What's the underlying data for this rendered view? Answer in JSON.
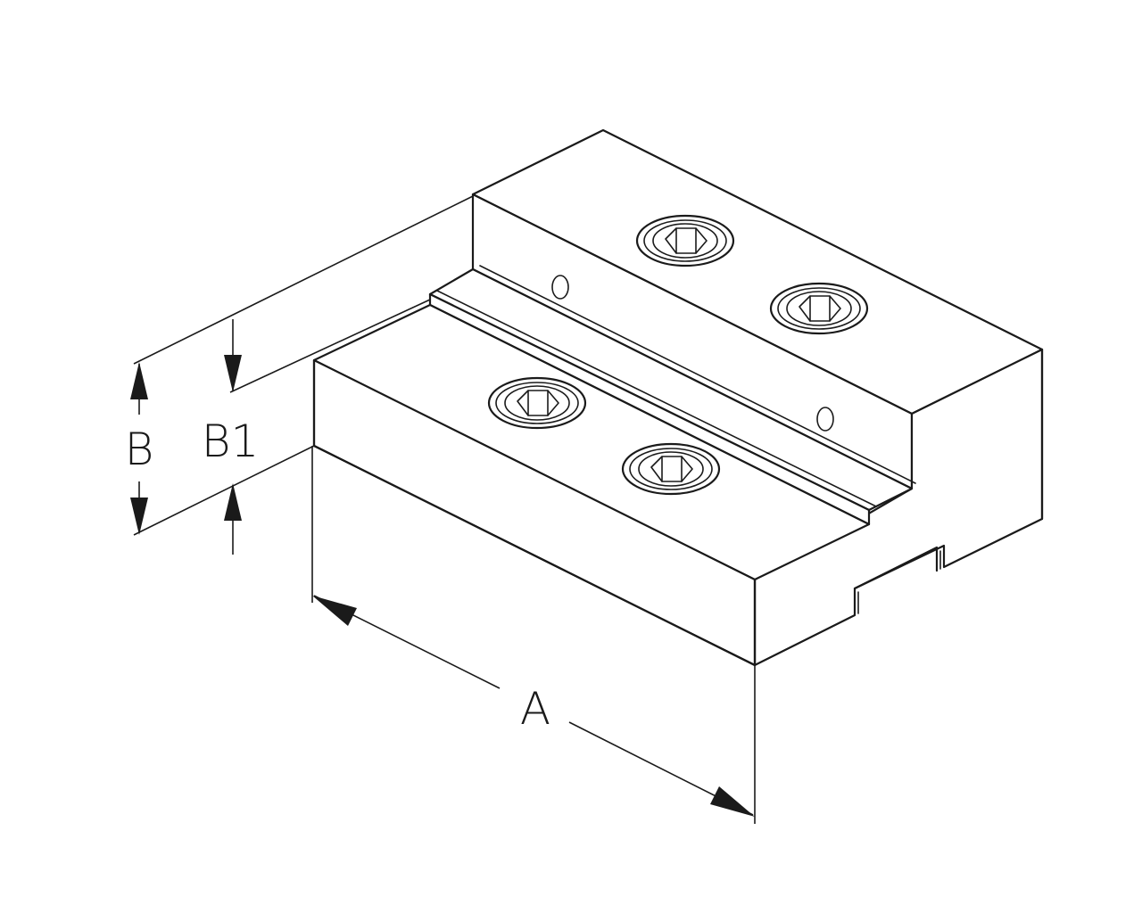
{
  "diagram": {
    "dimensions": {
      "A": "A",
      "B": "B",
      "B1": "B1"
    },
    "colors": {
      "stroke": "#1a1a1a",
      "background": "#ffffff"
    }
  }
}
